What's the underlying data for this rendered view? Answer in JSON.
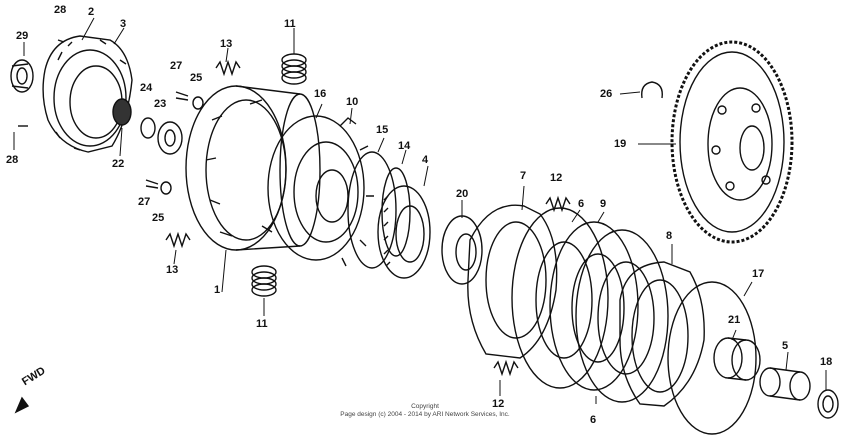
{
  "diagram": {
    "part_labels": {
      "p1": "1",
      "p2": "2",
      "p3": "3",
      "p4": "4",
      "p5": "5",
      "p6a": "6",
      "p6b": "6",
      "p7": "7",
      "p8": "8",
      "p9": "9",
      "p10": "10",
      "p11a": "11",
      "p11b": "11",
      "p12a": "12",
      "p12b": "12",
      "p13a": "13",
      "p13b": "13",
      "p14": "14",
      "p15": "15",
      "p16": "16",
      "p17": "17",
      "p18": "18",
      "p19": "19",
      "p20": "20",
      "p21": "21",
      "p22": "22",
      "p23": "23",
      "p24": "24",
      "p25a": "25",
      "p25b": "25",
      "p26": "26",
      "p27a": "27",
      "p27b": "27",
      "p28a": "28",
      "p28b": "28",
      "p29": "29"
    },
    "direction_label": "FWD",
    "copyright_line1": "Copyright",
    "copyright_line2": "Page design (c) 2004 - 2014 by ARI Network Services, Inc."
  },
  "colors": {
    "ink": "#111111",
    "paper": "#ffffff"
  }
}
